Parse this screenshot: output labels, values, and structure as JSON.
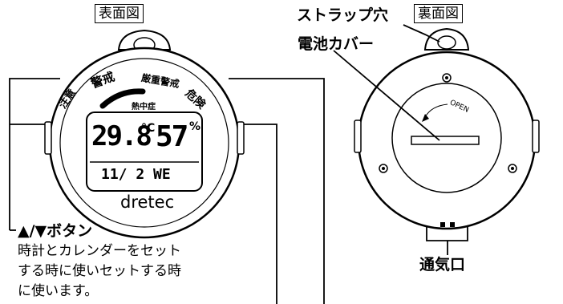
{
  "front": {
    "title": "表面図",
    "warning_levels": [
      "注意",
      "警戒",
      "厳重警戒",
      "危険"
    ],
    "mode_label": "熱中症",
    "temperature": "29.8",
    "temp_unit": "°C",
    "humidity": "57",
    "humidity_unit": "%",
    "date": "11/ 2 WE",
    "brand": "dretec",
    "button_label": "▲/▼ボタン",
    "button_desc": [
      "時計とカレンダーをセット",
      "する時に使いセットする時",
      "に使います。"
    ]
  },
  "back": {
    "title": "裏面図",
    "strap_hole_label": "ストラップ穴",
    "battery_cover_label": "電池カバー",
    "open_label": "OPEN",
    "vent_label": "通気口"
  }
}
